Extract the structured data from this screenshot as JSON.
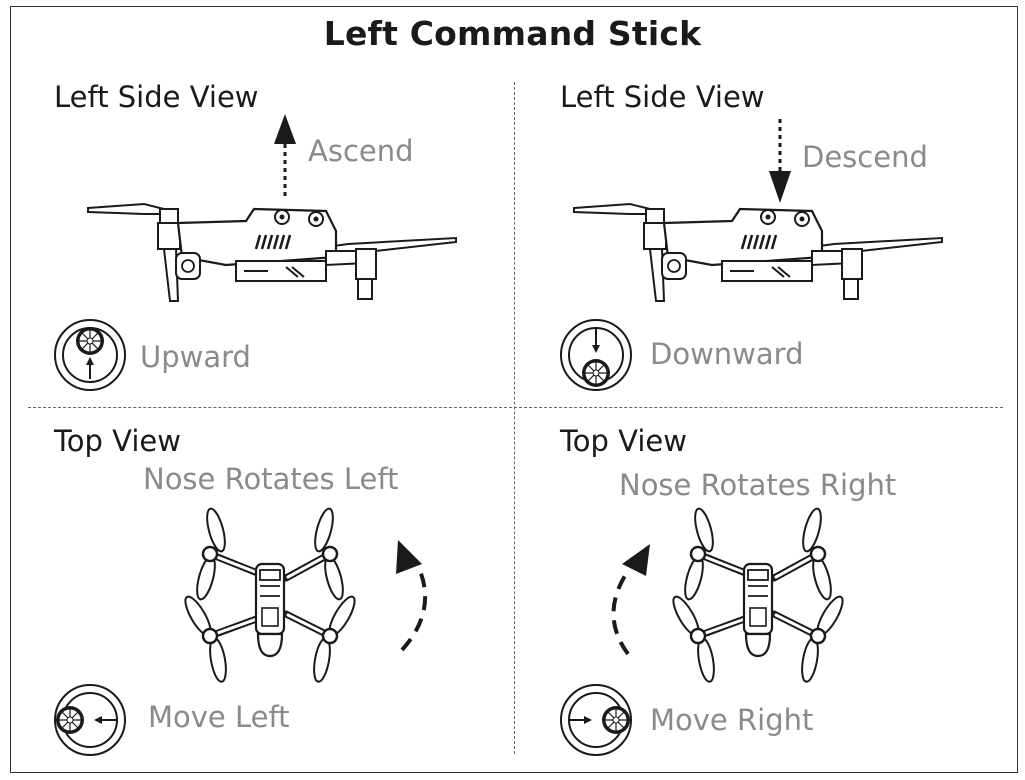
{
  "title": "Left Command Stick",
  "panels": {
    "ascend": {
      "view": "Left Side View",
      "motion": "Ascend",
      "stick": "Upward"
    },
    "descend": {
      "view": "Left Side View",
      "motion": "Descend",
      "stick": "Downward"
    },
    "rotate_left": {
      "view": "Top View",
      "motion": "Nose Rotates Left",
      "stick": "Move Left"
    },
    "rotate_right": {
      "view": "Top View",
      "motion": "Nose Rotates Right",
      "stick": "Move Right"
    }
  },
  "icons": [
    "drone-side-icon",
    "drone-top-icon",
    "stick-icon",
    "arrow-icon",
    "curved-arrow-icon"
  ],
  "colors": {
    "ink": "#1a1a1a",
    "caption_gray": "#8a8a8a"
  }
}
